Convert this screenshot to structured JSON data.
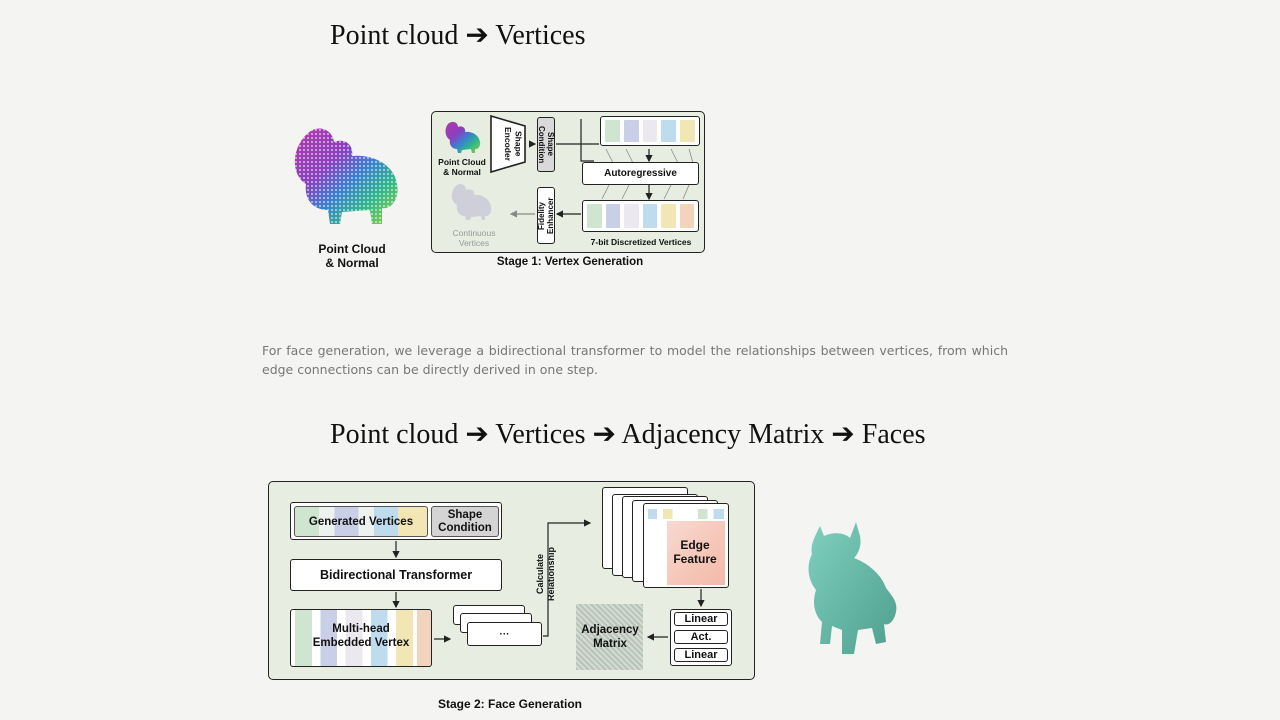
{
  "section1": {
    "heading": "Point cloud ➔ Vertices",
    "input_label_line1": "Point Cloud",
    "input_label_line2": "& Normal",
    "stage": {
      "caption": "Stage 1: Vertex Generation",
      "point_cloud_label_line1": "Point Cloud",
      "point_cloud_label_line2": "& Normal",
      "shape_encoder": "Shape Encoder",
      "shape_condition": "Shape Condition",
      "autoregressive": "Autoregressive",
      "fidelity_enhancer": "Fidelity Enhancer",
      "continuous_vertices_line1": "Continuous",
      "continuous_vertices_line2": "Vertices",
      "discretized_vertices": "7-bit Discretized Vertices"
    }
  },
  "paragraph": "For face generation, we leverage a bidirectional transformer to model the relationships between vertices, from which edge connections can be directly derived in one step.",
  "section2": {
    "heading": "Point cloud ➔ Vertices ➔ Adjacency Matrix ➔ Faces",
    "stage": {
      "caption": "Stage 2: Face Generation",
      "generated_vertices": "Generated Vertices",
      "shape_condition_line1": "Shape",
      "shape_condition_line2": "Condition",
      "bidirectional_transformer": "Bidirectional Transformer",
      "multi_head_line1": "Multi-head",
      "multi_head_line2": "Embedded Vertex",
      "calculate_relationship": "Calculate Relationship",
      "edge_feature_line1": "Edge",
      "edge_feature_line2": "Feature",
      "adjacency_line1": "Adjacency",
      "adjacency_line2": "Matrix",
      "linear_1": "Linear",
      "act": "Act.",
      "linear_2": "Linear",
      "ellipsis": "···"
    }
  },
  "colors": {
    "background": "#f4f4f3",
    "panel": "#e7ede1",
    "mesh": "#6cbfae",
    "token_colors": [
      "#cfe5cf",
      "#c9cfe6",
      "#ece8ef",
      "#bfdcef",
      "#f1e6b4",
      "#f2d3bb"
    ]
  }
}
